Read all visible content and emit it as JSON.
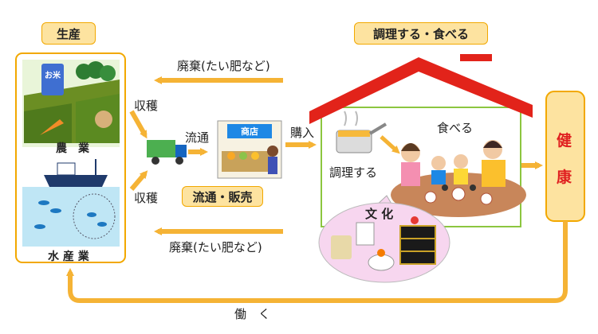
{
  "sections": {
    "production": "生産",
    "cook_eat": "調理する・食べる",
    "distribution_sales": "流通・販売"
  },
  "labels": {
    "agriculture": "農　業",
    "fishery": "水 産 業",
    "harvest_top": "収穫",
    "harvest_bottom": "収穫",
    "distribution": "流通",
    "purchase": "購入",
    "cooking": "調理する",
    "eating": "食べる",
    "culture": "文 化",
    "waste_top": "廃棄(たい肥など)",
    "waste_bottom": "廃棄(たい肥など)",
    "work": "働　く",
    "health_1": "健",
    "health_2": "康",
    "shop_sign": "商店",
    "rice_bag": "お米"
  },
  "colors": {
    "arrow": "#f5b335",
    "badge_fill": "#fde3a0",
    "badge_border": "#f2a800",
    "roof": "#e2231a",
    "house_wall": "#8cc63f",
    "health_text": "#e02020",
    "sea": "#bfe6f5",
    "culture_bubble": "#f7d6ef"
  }
}
